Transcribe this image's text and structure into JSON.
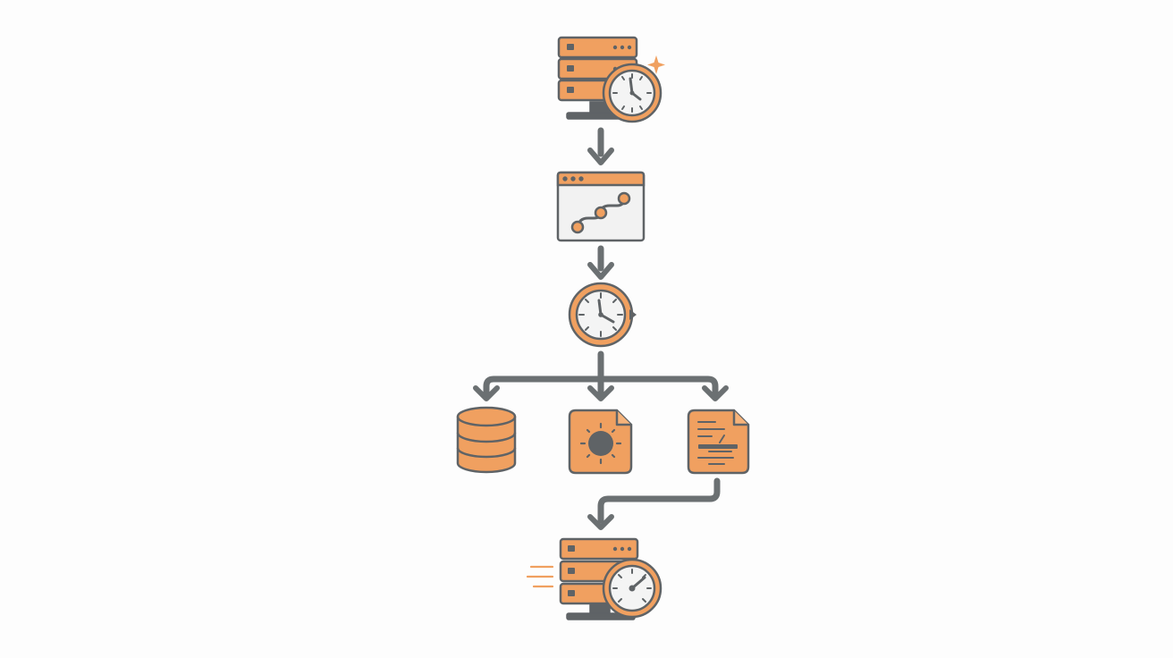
{
  "colors": {
    "accent": "#f0a060",
    "accent_light": "#f6b37a",
    "stroke": "#5f6366",
    "arrow": "#6b7072",
    "panel": "#f2f2f2",
    "face": "#f4f4f4",
    "background": "#fdfdfd"
  },
  "diagram": {
    "nodes": [
      {
        "id": "scheduled-server",
        "icon": "server-clock-icon"
      },
      {
        "id": "workflow-window",
        "icon": "workflow-window-icon"
      },
      {
        "id": "scheduler-clock",
        "icon": "clock-cycle-icon"
      },
      {
        "id": "database",
        "icon": "database-icon"
      },
      {
        "id": "image-file",
        "icon": "image-file-icon"
      },
      {
        "id": "text-document",
        "icon": "document-icon"
      },
      {
        "id": "fast-server",
        "icon": "server-speedometer-icon"
      }
    ],
    "edges": [
      {
        "from": "scheduled-server",
        "to": "workflow-window"
      },
      {
        "from": "workflow-window",
        "to": "scheduler-clock"
      },
      {
        "from": "scheduler-clock",
        "to": "database"
      },
      {
        "from": "scheduler-clock",
        "to": "image-file"
      },
      {
        "from": "scheduler-clock",
        "to": "text-document"
      },
      {
        "from": "text-document",
        "to": "fast-server"
      }
    ]
  }
}
